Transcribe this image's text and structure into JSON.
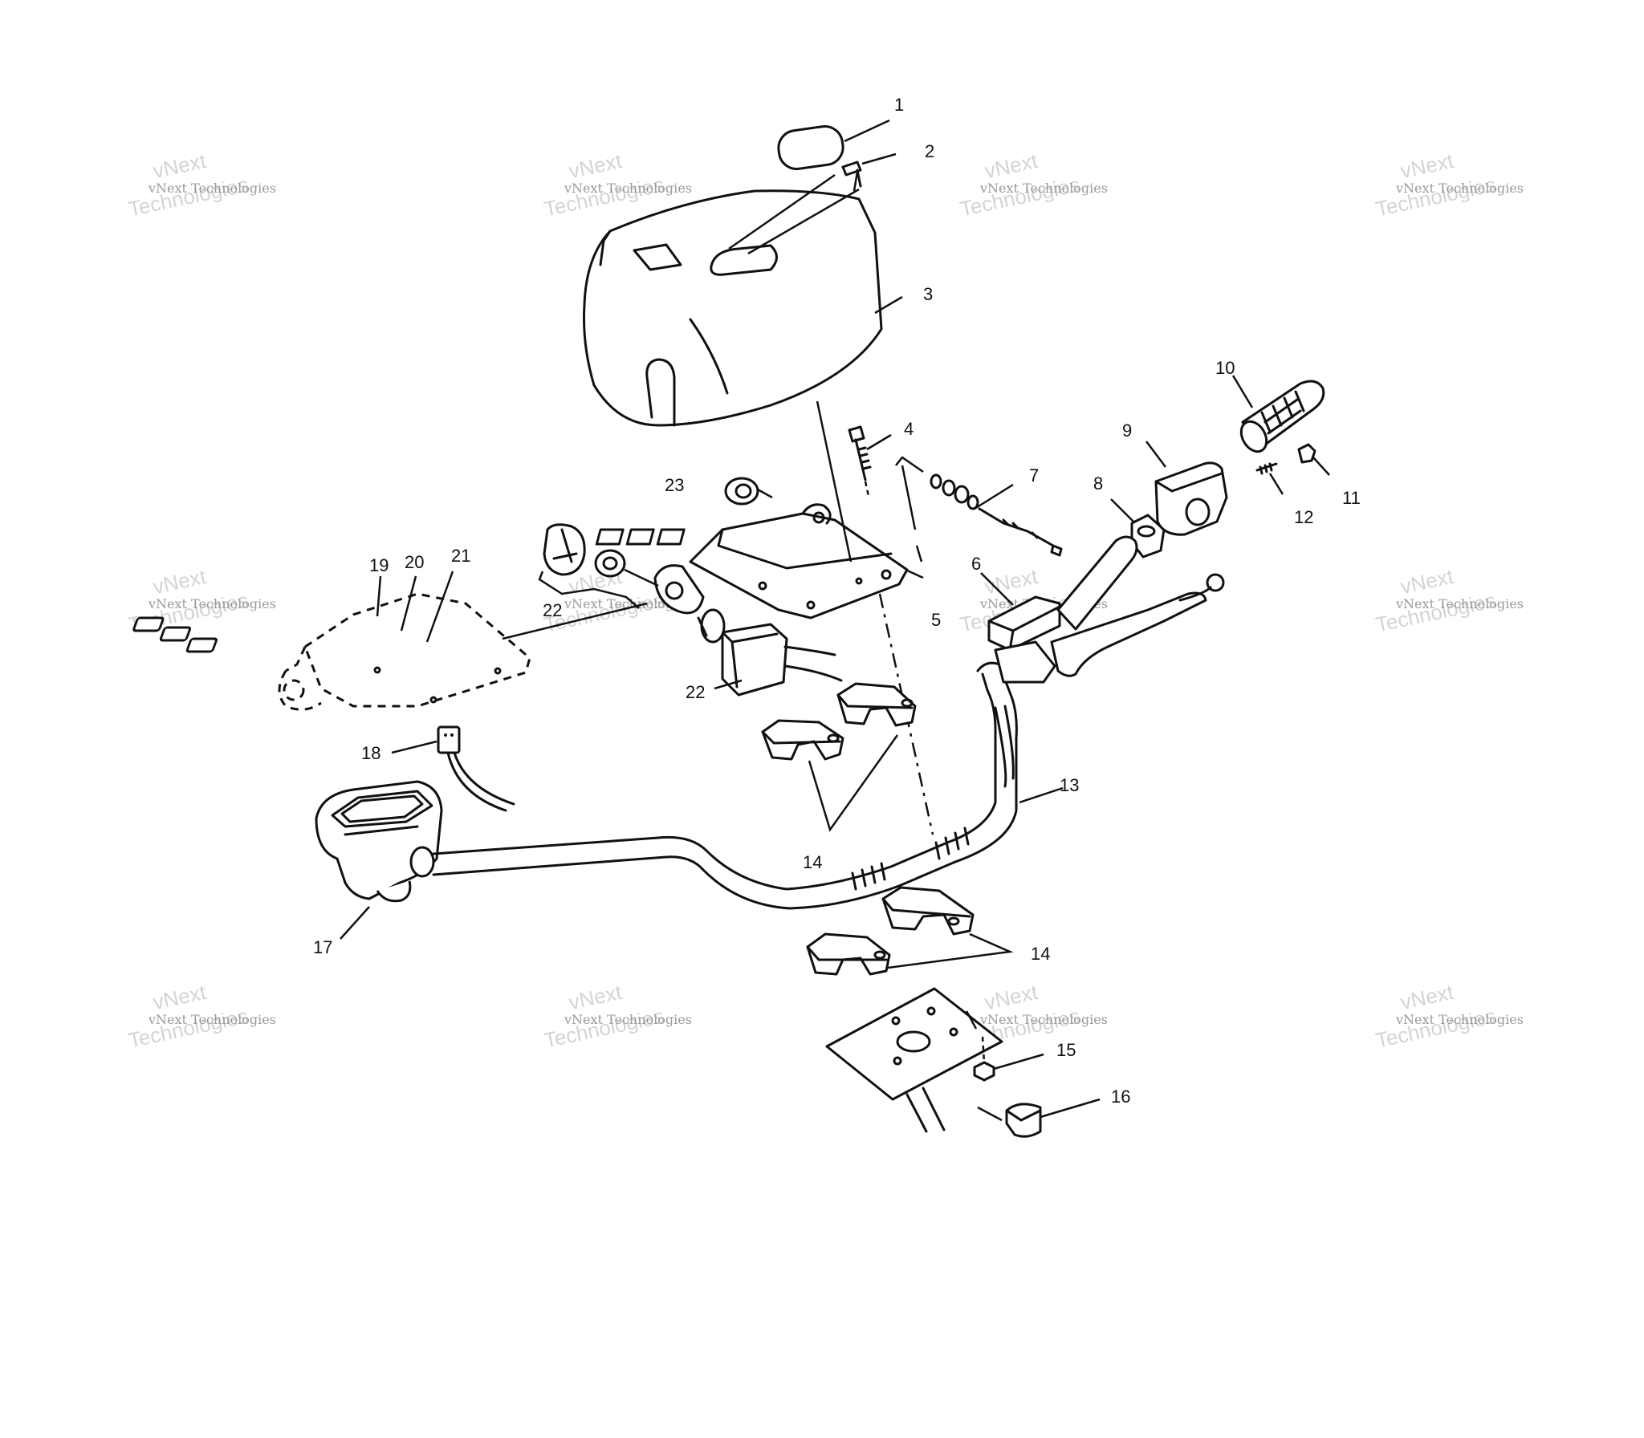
{
  "watermark": {
    "line_small": "vNext Technologies",
    "line_big_1": "vNext",
    "line_big_2": "Technologies"
  },
  "callouts": {
    "c1": "1",
    "c2": "2",
    "c3": "3",
    "c4": "4",
    "c5": "5",
    "c6": "6",
    "c7": "7",
    "c8": "8",
    "c9": "9",
    "c10": "10",
    "c11": "11",
    "c12": "12",
    "c13": "13",
    "c14a": "14",
    "c14b": "14",
    "c15": "15",
    "c16": "16",
    "c17": "17",
    "c18": "18",
    "c19": "19",
    "c20": "20",
    "c21": "21",
    "c22a": "22",
    "c22b": "22",
    "c23": "23"
  }
}
